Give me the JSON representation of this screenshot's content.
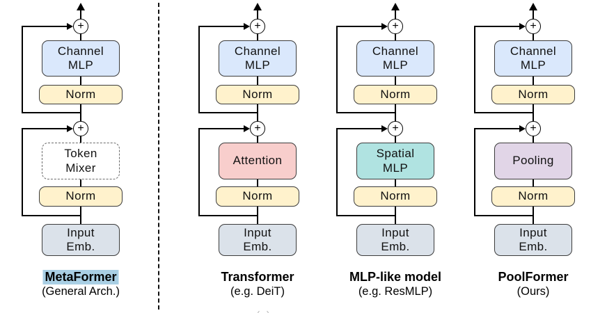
{
  "figure": {
    "colors": {
      "background": "#ffffff",
      "line": "#000000",
      "box_border": "#3b3b3b",
      "metaformer_highlight": "#a9cfe4"
    },
    "icons": {
      "plus": "+"
    },
    "partial_caption": "(a)",
    "columns": [
      {
        "id": "metaformer",
        "title": "MetaFormer",
        "subtitle": "(General Arch.)",
        "title_highlighted": true,
        "blocks": [
          {
            "name": "channel-mlp",
            "lines": [
              "Channel",
              "MLP"
            ],
            "fill": "#dae8fc",
            "style": "solid"
          },
          {
            "name": "norm-upper",
            "lines": [
              "Norm"
            ],
            "fill": "#fff2cc",
            "style": "solid"
          },
          {
            "name": "token-mixer",
            "lines": [
              "Token",
              "Mixer"
            ],
            "fill": "#ffffff",
            "style": "dashed"
          },
          {
            "name": "norm-lower",
            "lines": [
              "Norm"
            ],
            "fill": "#fff2cc",
            "style": "solid"
          },
          {
            "name": "input-emb",
            "lines": [
              "Input",
              "Emb."
            ],
            "fill": "#dbe2ea",
            "style": "solid"
          }
        ]
      },
      {
        "id": "transformer",
        "title": "Transformer",
        "subtitle": "(e.g. DeiT)",
        "title_highlighted": false,
        "blocks": [
          {
            "name": "channel-mlp",
            "lines": [
              "Channel",
              "MLP"
            ],
            "fill": "#dae8fc",
            "style": "solid"
          },
          {
            "name": "norm-upper",
            "lines": [
              "Norm"
            ],
            "fill": "#fff2cc",
            "style": "solid"
          },
          {
            "name": "attention",
            "lines": [
              "Attention"
            ],
            "fill": "#f8cecc",
            "style": "solid"
          },
          {
            "name": "norm-lower",
            "lines": [
              "Norm"
            ],
            "fill": "#fff2cc",
            "style": "solid"
          },
          {
            "name": "input-emb",
            "lines": [
              "Input",
              "Emb."
            ],
            "fill": "#dbe2ea",
            "style": "solid"
          }
        ]
      },
      {
        "id": "mlp-like",
        "title": "MLP-like model",
        "subtitle": "(e.g. ResMLP)",
        "title_highlighted": false,
        "blocks": [
          {
            "name": "channel-mlp",
            "lines": [
              "Channel",
              "MLP"
            ],
            "fill": "#dae8fc",
            "style": "solid"
          },
          {
            "name": "norm-upper",
            "lines": [
              "Norm"
            ],
            "fill": "#fff2cc",
            "style": "solid"
          },
          {
            "name": "spatial-mlp",
            "lines": [
              "Spatial",
              "MLP"
            ],
            "fill": "#b0e3e1",
            "style": "solid"
          },
          {
            "name": "norm-lower",
            "lines": [
              "Norm"
            ],
            "fill": "#fff2cc",
            "style": "solid"
          },
          {
            "name": "input-emb",
            "lines": [
              "Input",
              "Emb."
            ],
            "fill": "#dbe2ea",
            "style": "solid"
          }
        ]
      },
      {
        "id": "poolformer",
        "title": "PoolFormer",
        "subtitle": "(Ours)",
        "title_highlighted": false,
        "blocks": [
          {
            "name": "channel-mlp",
            "lines": [
              "Channel",
              "MLP"
            ],
            "fill": "#dae8fc",
            "style": "solid"
          },
          {
            "name": "norm-upper",
            "lines": [
              "Norm"
            ],
            "fill": "#fff2cc",
            "style": "solid"
          },
          {
            "name": "pooling",
            "lines": [
              "Pooling"
            ],
            "fill": "#e1d5e7",
            "style": "solid"
          },
          {
            "name": "norm-lower",
            "lines": [
              "Norm"
            ],
            "fill": "#fff2cc",
            "style": "solid"
          },
          {
            "name": "input-emb",
            "lines": [
              "Input",
              "Emb."
            ],
            "fill": "#dbe2ea",
            "style": "solid"
          }
        ]
      }
    ]
  }
}
